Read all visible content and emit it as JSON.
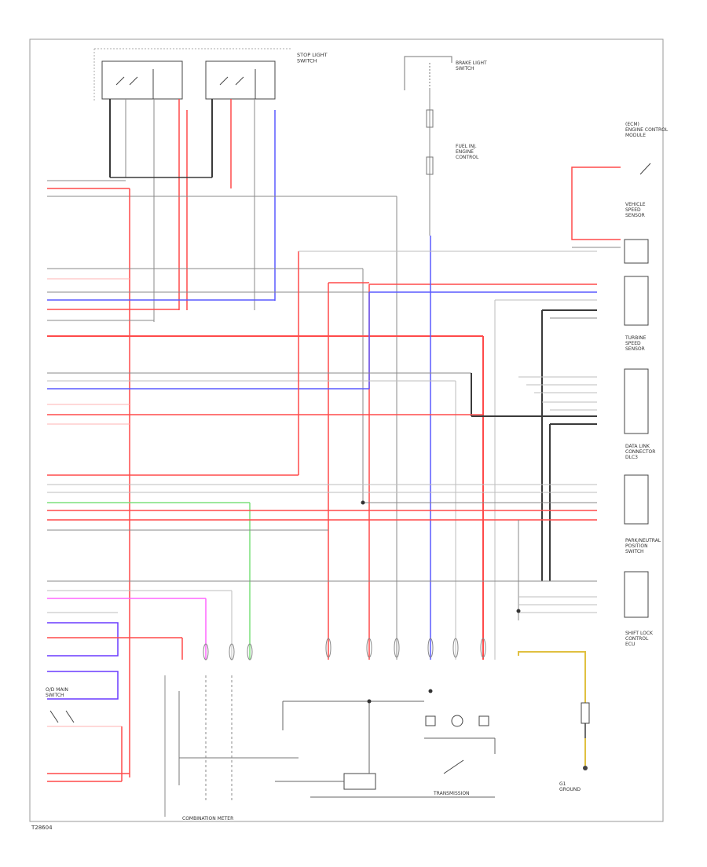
{
  "diagram": {
    "footer_code": "T28604",
    "components": [
      {
        "id": "stop-light-switch",
        "label": "STOP LIGHT\nSWITCH"
      },
      {
        "id": "brake-light-switch",
        "label": "BRAKE LIGHT\nSWITCH"
      },
      {
        "id": "ecm",
        "label": "(ECM)\nENGINE CONTROL\nMODULE"
      },
      {
        "id": "fuel-injector",
        "label": "FUEL INJ.\nENGINE\nCONTROL"
      },
      {
        "id": "combination-meter",
        "label": "COMBINATION METER"
      },
      {
        "id": "transmission-ecu",
        "label": "TRANSMISSION"
      },
      {
        "id": "data-link-connector",
        "label": "DATA LINK\nCONNECTOR\nDLC3"
      },
      {
        "id": "park-neutral-switch",
        "label": "PARK/NEUTRAL\nPOSITION\nSWITCH"
      },
      {
        "id": "shift-lock",
        "label": "SHIFT LOCK\nCONTROL\nECU"
      },
      {
        "id": "overdrive-switch",
        "label": "O/D MAIN\nSWITCH"
      },
      {
        "id": "vehicle-speed-sensor",
        "label": "VEHICLE\nSPEED\nSENSOR"
      },
      {
        "id": "turbine-speed-sensor",
        "label": "TURBINE\nSPEED\nSENSOR"
      },
      {
        "id": "ground",
        "label": "G1\nGROUND"
      }
    ]
  }
}
